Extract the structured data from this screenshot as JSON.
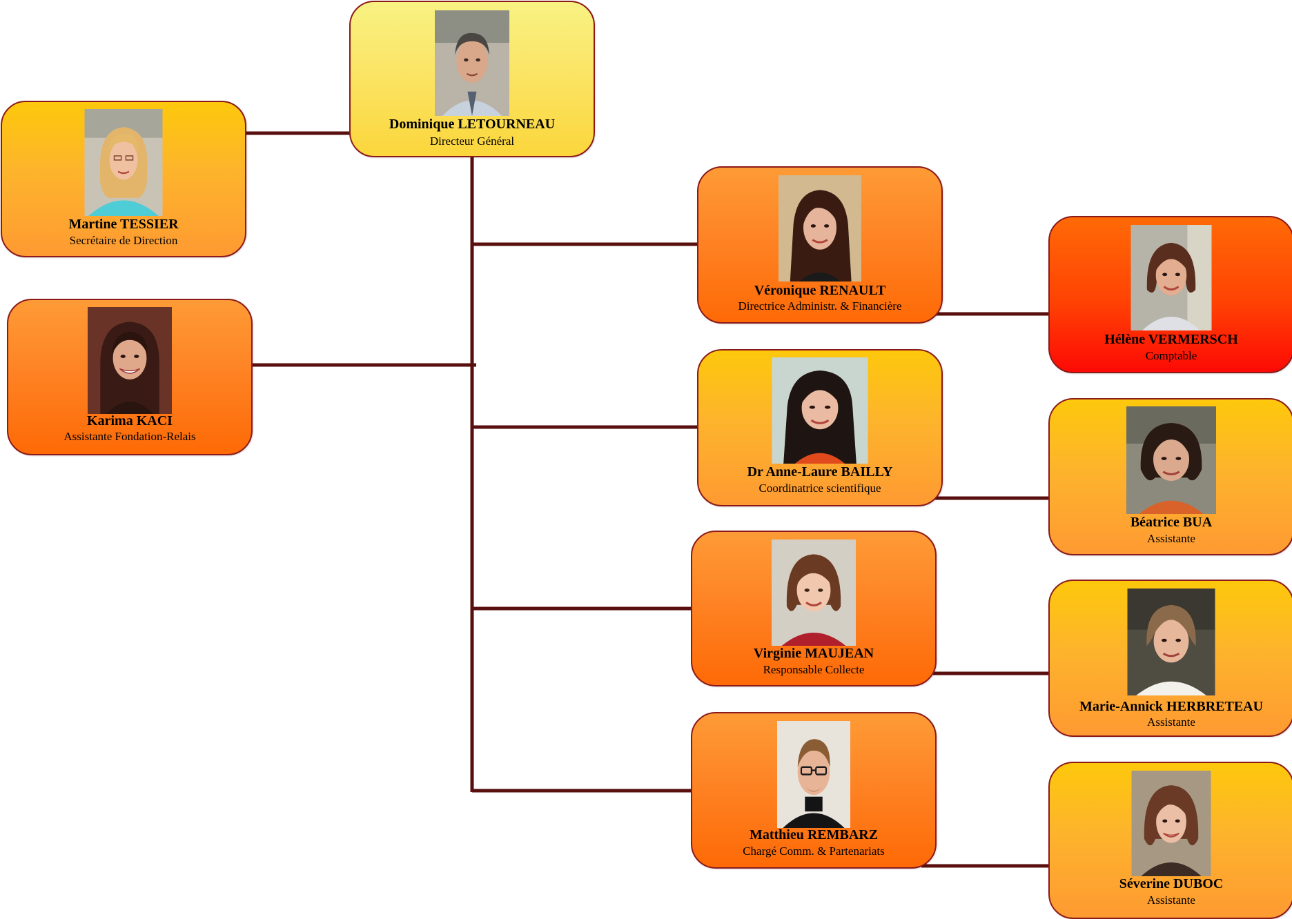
{
  "colors": {
    "connector": "#5a0f0f",
    "border": "#8b1a1a"
  },
  "people": {
    "letourneau": {
      "name": "Dominique LETOURNEAU",
      "role": "Directeur Général",
      "photo": "portrait-man-gray-hair"
    },
    "tessier": {
      "name": "Martine TESSIER",
      "role": "Secrétaire de Direction",
      "photo": "portrait-woman-blonde"
    },
    "kaci": {
      "name": "Karima KACI",
      "role": "Assistante Fondation-Relais",
      "photo": "portrait-woman-dark-hair"
    },
    "renault": {
      "name": "Véronique RENAULT",
      "role": "Directrice Administr. & Financière",
      "photo": "portrait-woman-dark-hair"
    },
    "vermersch": {
      "name": "Hélène VERMERSCH",
      "role": "Comptable",
      "photo": "portrait-woman-brown-hair"
    },
    "bailly": {
      "name": "Dr Anne-Laure BAILLY",
      "role": "Coordinatrice scientifique",
      "photo": "portrait-woman-long-dark-hair"
    },
    "bua": {
      "name": "Béatrice BUA",
      "role": "Assistante",
      "photo": "portrait-woman-curly-hair"
    },
    "maujean": {
      "name": "Virginie MAUJEAN",
      "role": "Responsable Collecte",
      "photo": "portrait-woman-brown-hair"
    },
    "herbreteau": {
      "name": "Marie-Annick HERBRETEAU",
      "role": "Assistante",
      "photo": "portrait-woman-short-hair"
    },
    "rembarz": {
      "name": "Matthieu REMBARZ",
      "role": "Chargé Comm. & Partenariats",
      "photo": "portrait-man-glasses"
    },
    "duboc": {
      "name": "Séverine DUBOC",
      "role": "Assistante",
      "photo": "portrait-woman-brown-hair"
    }
  }
}
